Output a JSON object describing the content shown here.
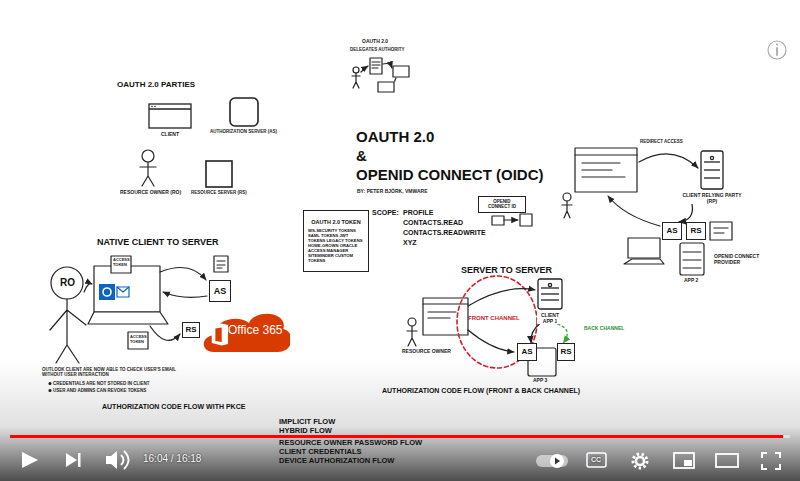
{
  "diagram": {
    "title": "OAUTH 2.0 & OPENID CONNECT (OIDC)",
    "nodes": [
      {
        "text": [
          "CLIENT"
        ]
      },
      {
        "text": [
          "AUTHORIZATION SERVER (AS)"
        ]
      },
      {
        "text": [
          "RESOURCE SERVER (RS)"
        ]
      },
      {
        "text": [
          "OAUTH 2.0 TOKEN",
          "WS-SECURITY TOKENS SAML TOKENS JWT TOKENS LEGACY TOKENS HOME-GROWN ORACLE ACCESS MANAGER SITEMINDER CUSTOM TOKENS"
        ]
      },
      {
        "text": [
          "AS"
        ]
      },
      {
        "text": [
          "RS"
        ]
      },
      {
        "text": [
          "Office 365"
        ]
      },
      {
        "text": [
          "OPENID CONNECT ID"
        ]
      },
      {
        "text": [
          "CLIENT",
          "APP 1"
        ]
      },
      {
        "text": [
          "AS"
        ]
      },
      {
        "text": [
          "RS"
        ]
      },
      {
        "text": [
          "CLIENT RELYING PARTY (RP)"
        ]
      },
      {
        "text": [
          "AS"
        ]
      },
      {
        "text": [
          "RS"
        ]
      }
    ],
    "edges": [
      {
        "from": 8,
        "to": 10,
        "label": "BACK CHANNEL",
        "arrow": "to"
      },
      {
        "from": 8,
        "to": 9,
        "arrow": "to"
      },
      {
        "from": 11,
        "to": 12,
        "arrow": "to"
      }
    ],
    "labels": [
      "OAUTH 2.0",
      "DELEGATES AUTHORITY",
      "OAUTH 2.0 PARTIES",
      "RESOURCE OWNER (RO)",
      "BY: PETER BJÖRK, VMWARE",
      "SCOPE:",
      "PROFILE",
      "CONTACTS.READ",
      "CONTACTS.READWRITE",
      "XYZ",
      "REDIRECT ACCESS",
      "OPENID CONNECT PROVIDER",
      "APP 2",
      "NATIVE CLIENT TO SERVER",
      "RO",
      "ACCESS TOKEN",
      "ACCESS TOKEN",
      "OUTLOOK CLIENT ARE NOW ABLE TO CHECK USER'S EMAIL WITHOUT USER INTERACTION",
      "CREDENTIALS ARE NOT STORED IN CLIENT",
      "USER AND ADMINS CAN REVOKE TOKENS",
      "AUTHORIZATION CODE FLOW WITH PKCE",
      "SERVER TO SERVER",
      "RESOURCE OWNER",
      "FRONT CHANNEL",
      "APP 3",
      "AUTHORIZATION CODE FLOW (FRONT & BACK CHANNEL)",
      "IMPLICIT FLOW",
      "HYBRID FLOW",
      "RESOURCE OWNER PASSWORD FLOW",
      "CLIENT CREDENTIALS",
      "DEVICE AUTHORIZATION FLOW",
      "16:04 / 16:18",
      "CC"
    ]
  }
}
